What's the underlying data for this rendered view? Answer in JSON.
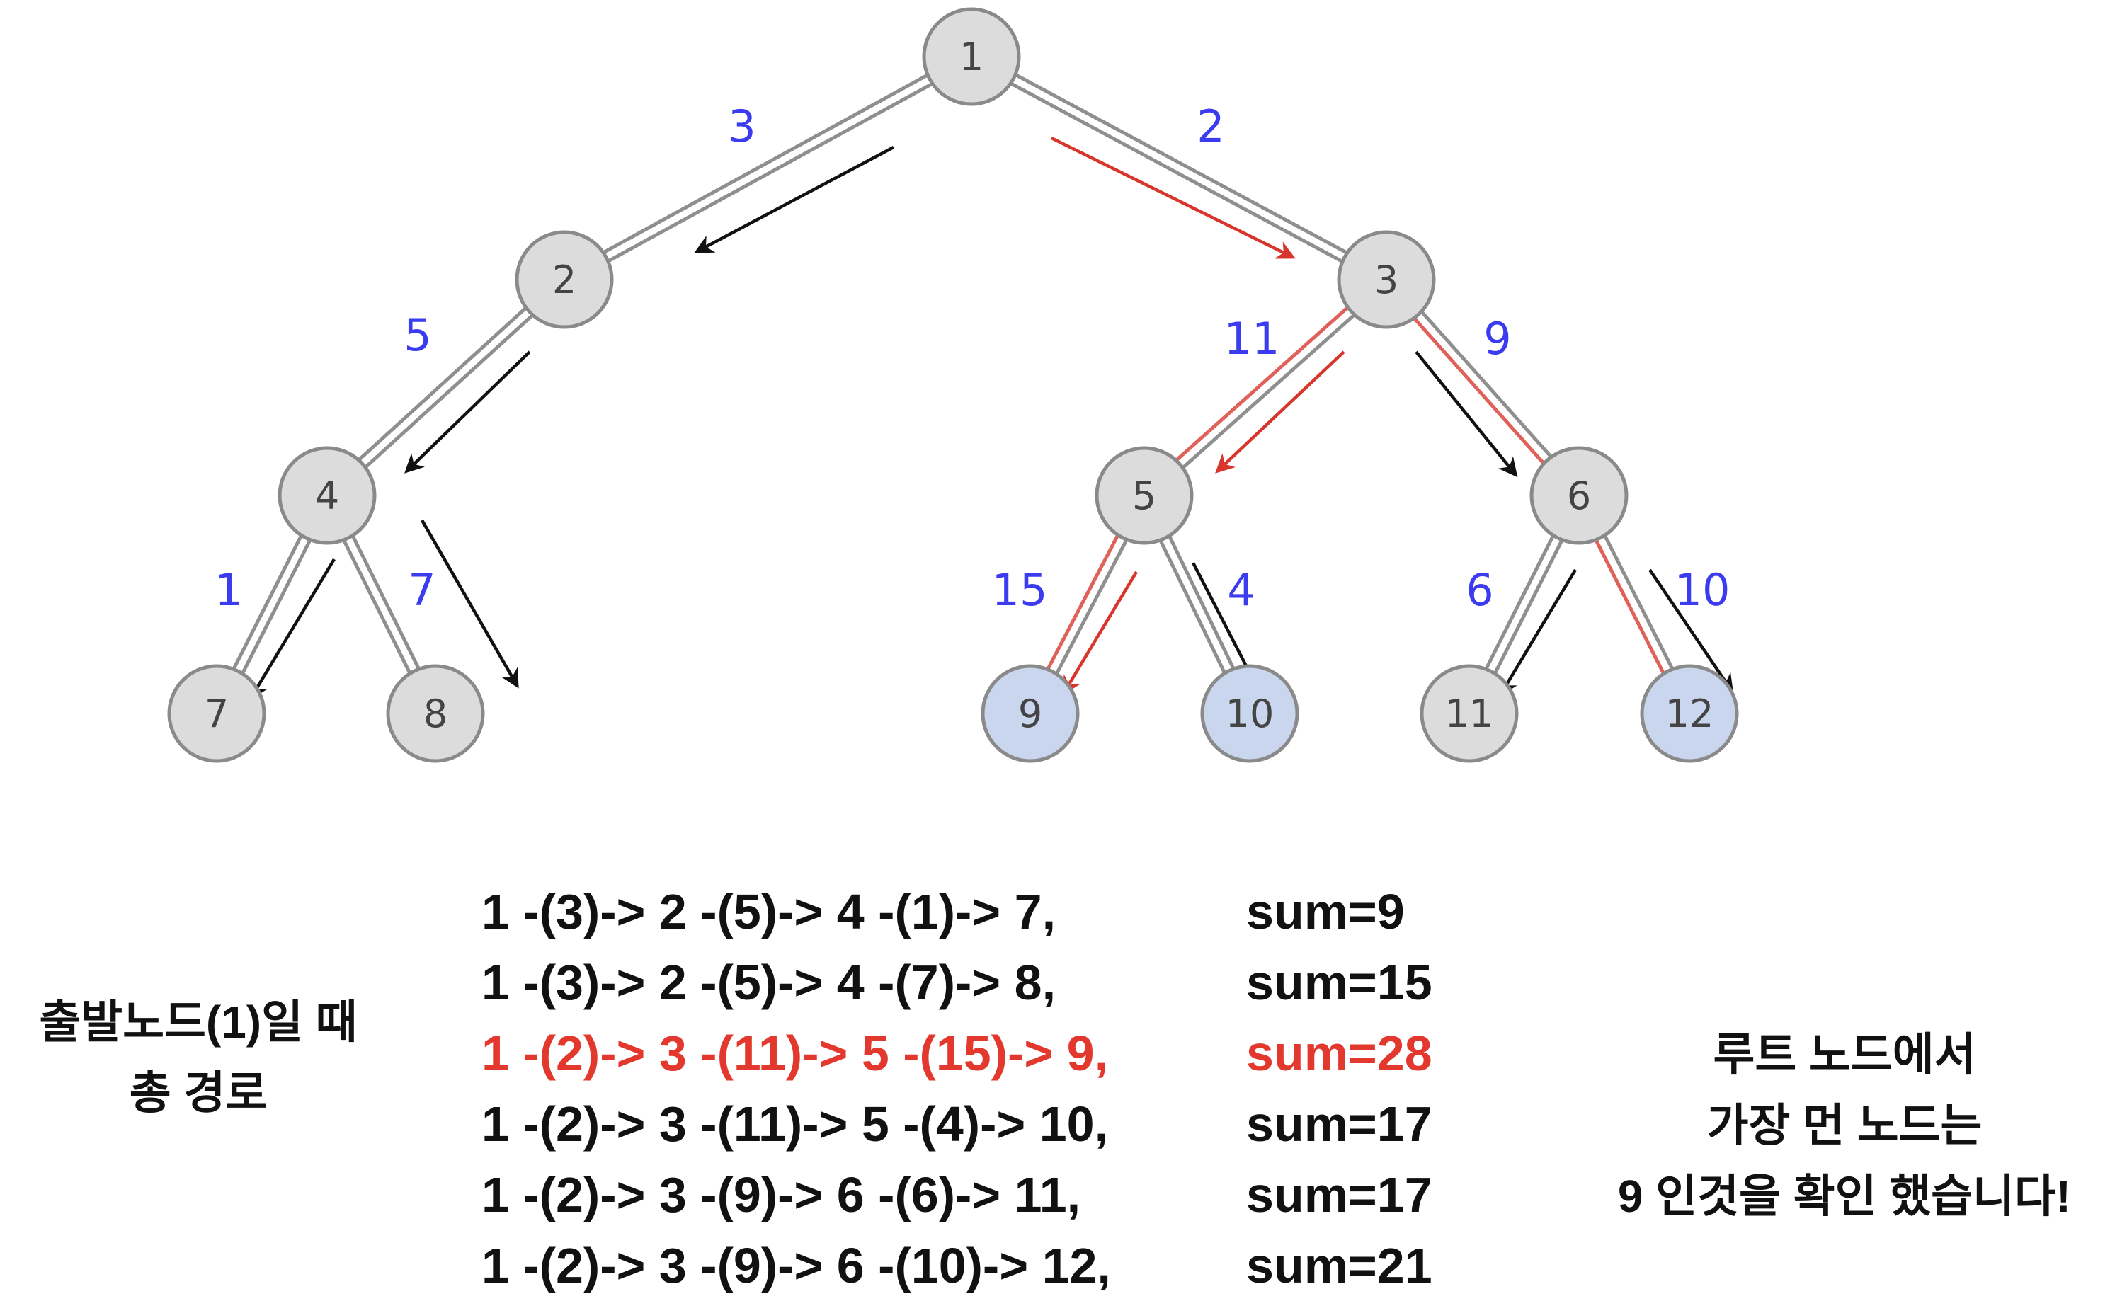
{
  "tree": {
    "nodes": [
      {
        "id": "1",
        "label": "1",
        "highlight": false
      },
      {
        "id": "2",
        "label": "2",
        "highlight": false
      },
      {
        "id": "3",
        "label": "3",
        "highlight": false
      },
      {
        "id": "4",
        "label": "4",
        "highlight": false
      },
      {
        "id": "5",
        "label": "5",
        "highlight": false
      },
      {
        "id": "6",
        "label": "6",
        "highlight": false
      },
      {
        "id": "7",
        "label": "7",
        "highlight": false
      },
      {
        "id": "8",
        "label": "8",
        "highlight": false
      },
      {
        "id": "9",
        "label": "9",
        "highlight": true
      },
      {
        "id": "10",
        "label": "10",
        "highlight": true
      },
      {
        "id": "11",
        "label": "11",
        "highlight": false
      },
      {
        "id": "12",
        "label": "12",
        "highlight": true
      }
    ],
    "edges": [
      {
        "from": "1",
        "to": "2",
        "weight": "3",
        "longest": false
      },
      {
        "from": "1",
        "to": "3",
        "weight": "2",
        "longest": false
      },
      {
        "from": "2",
        "to": "4",
        "weight": "5",
        "longest": false
      },
      {
        "from": "3",
        "to": "5",
        "weight": "11",
        "longest": true
      },
      {
        "from": "3",
        "to": "6",
        "weight": "9",
        "longest": true
      },
      {
        "from": "4",
        "to": "7",
        "weight": "1",
        "longest": false
      },
      {
        "from": "4",
        "to": "8",
        "weight": "7",
        "longest": false
      },
      {
        "from": "5",
        "to": "9",
        "weight": "15",
        "longest": true
      },
      {
        "from": "5",
        "to": "10",
        "weight": "4",
        "longest": false
      },
      {
        "from": "6",
        "to": "11",
        "weight": "6",
        "longest": false
      },
      {
        "from": "6",
        "to": "12",
        "weight": "10",
        "longest": true
      }
    ],
    "colors": {
      "weight_text": "#3b3bf0",
      "highlight_arrow": "#d8352c",
      "highlight_node": "#c9d6ee"
    }
  },
  "paths": [
    {
      "route": "1 -(3)-> 2 -(5)-> 4 -(1)-> 7,",
      "sum": "sum=9",
      "highlight": false
    },
    {
      "route": "1 -(3)-> 2 -(5)-> 4 -(7)-> 8,",
      "sum": "sum=15",
      "highlight": false
    },
    {
      "route": "1 -(2)-> 3 -(11)-> 5 -(15)-> 9,",
      "sum": "sum=28",
      "highlight": true
    },
    {
      "route": "1 -(2)-> 3 -(11)-> 5 -(4)-> 10,",
      "sum": "sum=17",
      "highlight": false
    },
    {
      "route": "1 -(2)-> 3 -(9)-> 6 -(6)-> 11,",
      "sum": "sum=17",
      "highlight": false
    },
    {
      "route": "1 -(2)-> 3 -(9)-> 6 -(10)-> 12,",
      "sum": "sum=21",
      "highlight": false
    }
  ],
  "captions": {
    "left": [
      "출발노드(1)일 때",
      "총 경로"
    ],
    "right": [
      "루트 노드에서",
      "가장 먼 노드는",
      "9 인것을 확인 했습니다!"
    ]
  }
}
